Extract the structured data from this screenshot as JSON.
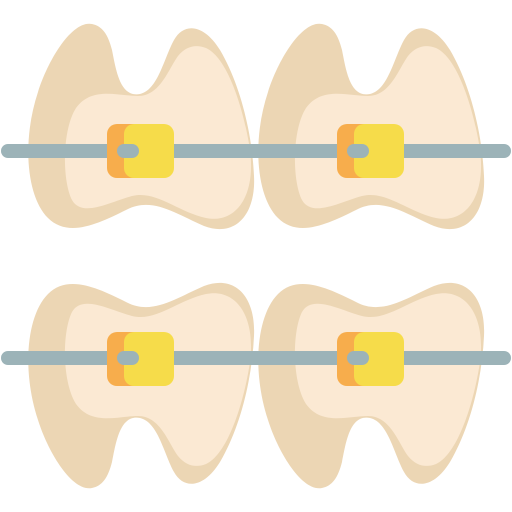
{
  "illustration": {
    "subject": "dental-braces",
    "rows": [
      {
        "position": "top",
        "teeth": [
          "molar",
          "molar"
        ],
        "brackets": 2
      },
      {
        "position": "bottom",
        "teeth": [
          "molar",
          "molar"
        ],
        "brackets": 2
      }
    ]
  },
  "colors": {
    "background": "#ffffff",
    "tooth_shadow": "#ecd6b4",
    "tooth_face": "#fbe9d3",
    "wire": "#9cb3b8",
    "bracket_base": "#f7ad4c",
    "bracket_face": "#f6dc4a"
  }
}
